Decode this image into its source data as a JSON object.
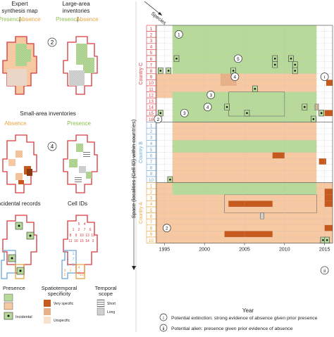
{
  "colors": {
    "presence": "#b7d99a",
    "absence": "#f7c9a3",
    "strong": "#c65a1e",
    "country_a": "#e8a33d",
    "country_b": "#6aa5d8",
    "country_c": "#d9373b",
    "gray_hatch": "#9a9a9a"
  },
  "left": {
    "expert_title": "Expert\nsynthesis map",
    "expert_presence": "Presence",
    "expert_sep": "|",
    "expert_absence": "Absence",
    "large_title": "Large-area\ninventories",
    "large_presence": "Presence",
    "large_sep": "|",
    "large_absence": "Absence",
    "small_title": "Small-area inventories",
    "small_absence": "Absence",
    "small_presence": "Presence",
    "incidental_title": "Incidental records",
    "cellids_title": "Cell IDs",
    "cell_ids": [
      "5",
      "4",
      "1",
      "2",
      "7",
      "6",
      "8",
      "9",
      "10",
      "13",
      "12",
      "11",
      "16",
      "15",
      "14",
      "3",
      "2",
      "1",
      "8",
      "7",
      "6",
      "5",
      "4",
      "3",
      "9",
      "1",
      "2",
      "10"
    ]
  },
  "legend": {
    "presence_title": "Presence",
    "incidental": "Incidental",
    "specificity_title": "Spatiotemporal\nspecificity",
    "very_specific": "Very specific",
    "unspecific": "Unspecific",
    "temporal_title": "Temporal\nscope",
    "short": "Short",
    "long": "Long"
  },
  "matrix": {
    "species_label": "Species",
    "y_axis_label": "Space (localities (Cell ID) within countries)",
    "x_axis_label": "Year",
    "years": [
      "1995",
      "2000",
      "2005",
      "2010",
      "2015"
    ],
    "country_c": "Country C",
    "country_b": "Country B",
    "country_a": "Country A",
    "rows_c": [
      "1",
      "2",
      "3",
      "4",
      "5",
      "6",
      "7",
      "8",
      "9",
      "10",
      "11",
      "12",
      "13",
      "14",
      "15",
      "16"
    ],
    "rows_b": [
      "1",
      "2",
      "3",
      "4",
      "5",
      "6",
      "7",
      "8",
      "9",
      "10"
    ],
    "rows_a": [
      "1",
      "2",
      "3",
      "4",
      "5",
      "6",
      "7",
      "8",
      "9",
      "10"
    ]
  },
  "notes": {
    "i_marker": "i",
    "i_text": "Potential extinction: strong evidence of absence given prior presence",
    "ii_marker": "ii",
    "ii_text": "Potential alien: presence given prior evidence of absence"
  }
}
